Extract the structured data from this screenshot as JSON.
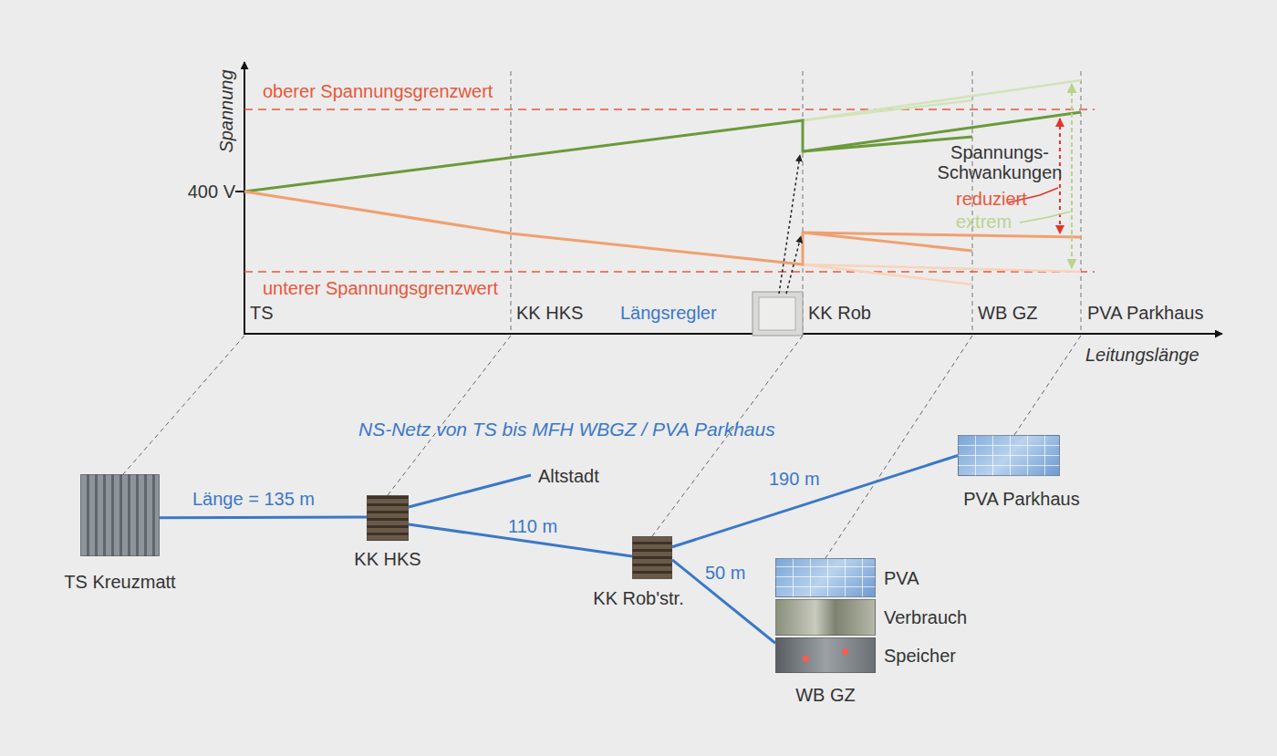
{
  "diagram": {
    "title": "NS-Netz von TS bis MFH WBGZ / PVA Parkhaus",
    "nodes": [
      {
        "text": [
          "TS Kreuzmatt"
        ]
      },
      {
        "text": [
          "KK HKS"
        ]
      },
      {
        "text": [
          "KK Rob'str."
        ]
      },
      {
        "text": [
          "PVA Parkhaus"
        ]
      },
      {
        "text": [
          "WB GZ"
        ]
      },
      {
        "text": [
          "PVA"
        ],
        "in": 4
      },
      {
        "text": [
          "Verbrauch"
        ],
        "in": 4
      },
      {
        "text": [
          "Speicher"
        ],
        "in": 4
      }
    ],
    "edges": [
      {
        "from": 0,
        "to": 1,
        "label": "Länge = 135 m",
        "arrow": "none"
      },
      {
        "from": 1,
        "to": 2,
        "label": "110 m",
        "arrow": "none"
      },
      {
        "from": 2,
        "to": 3,
        "label": "190 m",
        "arrow": "none"
      },
      {
        "from": 2,
        "to": 4,
        "label": "50 m",
        "arrow": "none"
      }
    ],
    "labels": [
      "Spannung",
      "400 V",
      "oberer Spannungsgrenzwert",
      "unterer Spannungsgrenzwert",
      "TS",
      "KK HKS",
      "Längsregler",
      "KK Rob",
      "WB GZ",
      "PVA Parkhaus",
      "Leitungslänge",
      "Spannungs- Schwankungen",
      "reduziert",
      "extrem",
      "Altstadt"
    ]
  }
}
